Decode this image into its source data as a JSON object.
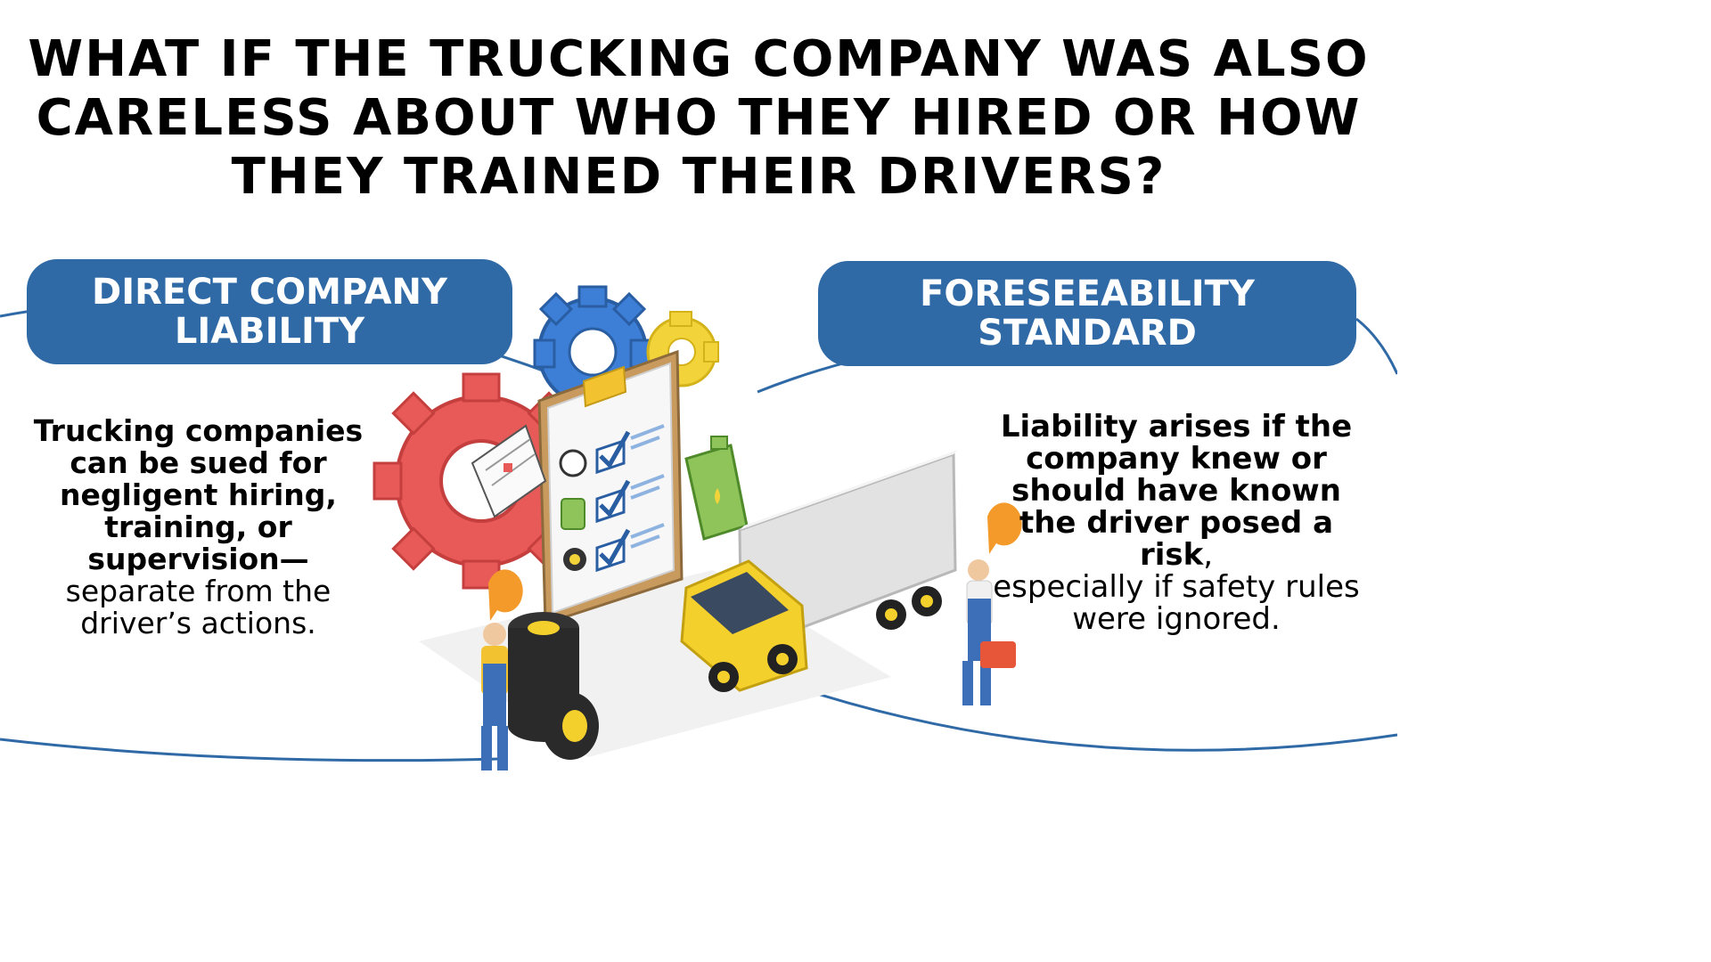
{
  "title": "WHAT IF THE TRUCKING COMPANY WAS ALSO CARELESS ABOUT WHO THEY HIRED OR HOW THEY TRAINED THEIR DRIVERS?",
  "left": {
    "heading": "DIRECT COMPANY LIABILITY",
    "bold_text": "Trucking companies can be sued for negligent hiring, training, or supervision",
    "regular_text": "separate from the driver’s actions.",
    "dash": "—"
  },
  "right": {
    "heading": "FORESEEABILITY STANDARD",
    "bold_text": "Liability arises if the company knew or should have known the driver posed a risk",
    "regular_text": "especially if safety rules were ignored.",
    "comma": ","
  },
  "colors": {
    "accent_blue": "#2f6aa6",
    "gear_red": "#e85a57",
    "gear_blue": "#3d7fd6",
    "gear_yellow": "#f2d43a",
    "truck_yellow": "#f4d02c",
    "oil_green": "#8fc45a"
  }
}
